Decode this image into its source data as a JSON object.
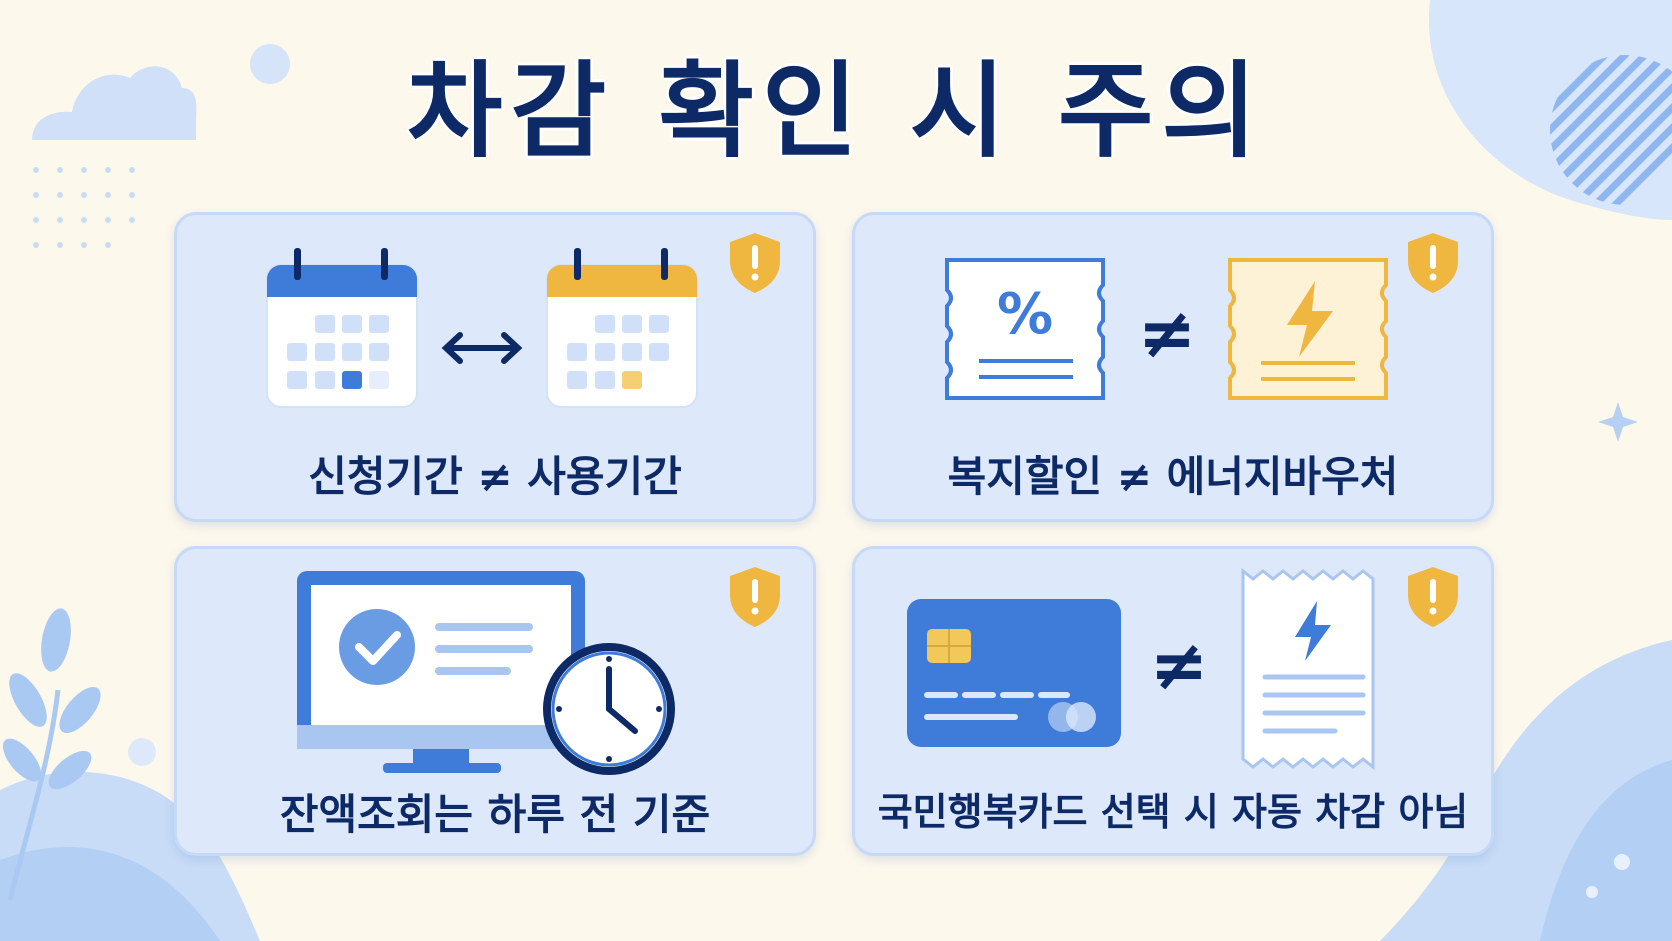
{
  "title": "차감 확인 시 주의",
  "cards": [
    {
      "label": "신청기간 ≠ 사용기간",
      "icon": "calendar-compare-icon"
    },
    {
      "label": "복지할인 ≠ 에너지바우처",
      "icon": "coupon-compare-icon"
    },
    {
      "label": "잔액조회는 하루 전 기준",
      "icon": "monitor-clock-icon"
    },
    {
      "label": "국민행복카드 선택 시 자동 차감 아님",
      "icon": "card-receipt-icon"
    }
  ],
  "colors": {
    "background": "#fdf8ec",
    "navy": "#0d2a66",
    "blue": "#3f7bd8",
    "gold": "#f0b740",
    "card": "#dde9fb"
  }
}
